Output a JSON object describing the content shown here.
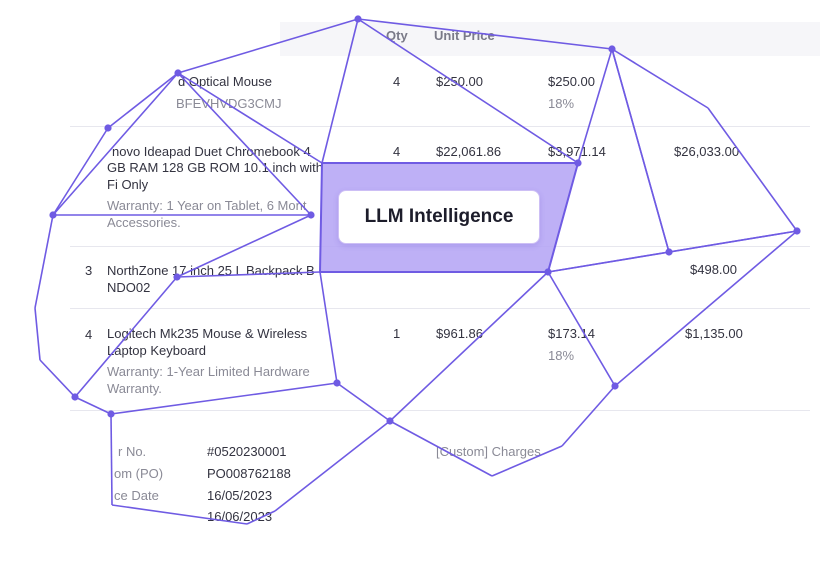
{
  "table": {
    "headers": {
      "qty": "Qty",
      "unit_price": "Unit Price"
    },
    "rows": [
      {
        "num": "",
        "name_lines": [
          "d Optical Mouse"
        ],
        "sub": "BFEVHVDG3CMJ",
        "qty": "4",
        "unit_price": "$250.00",
        "tax": "$250.00",
        "tax_pct": "18%",
        "total": ""
      },
      {
        "num": "",
        "name_lines": [
          "novo Ideapad Duet Chromebook 4",
          "GB RAM 128 GB ROM 10.1 inch with",
          "Fi Only"
        ],
        "sub_lines": [
          "Warranty: 1 Year on Tablet, 6 Mont",
          "Accessories."
        ],
        "qty": "4",
        "unit_price": "$22,061.86",
        "tax": "$3,971.14",
        "total": "$26,033.00"
      },
      {
        "num": "3",
        "name_lines": [
          "NorthZone 17 inch 25 L Backpack B",
          "NDO02"
        ],
        "total": "$498.00"
      },
      {
        "num": "4",
        "name_lines": [
          "Logitech Mk235 Mouse & Wireless",
          "Laptop Keyboard"
        ],
        "sub_lines": [
          "Warranty: 1-Year Limited Hardware",
          "Warranty."
        ],
        "qty": "1",
        "unit_price": "$961.86",
        "tax": "$173.14",
        "tax_pct": "18%",
        "total": "$1,135.00"
      }
    ]
  },
  "meta": {
    "labels": [
      "r No.",
      "om (PO)",
      "ce Date",
      ""
    ],
    "values": [
      "#0520230001",
      "PO008762188",
      "16/05/2023",
      "16/06/2023"
    ],
    "charges_label": "[Custom] Charges"
  },
  "badge": {
    "label": "LLM Intelligence"
  },
  "colors": {
    "mesh_stroke": "#6f5be3",
    "mesh_node": "#6f5be3",
    "center_fill": "#b3a2f5"
  }
}
